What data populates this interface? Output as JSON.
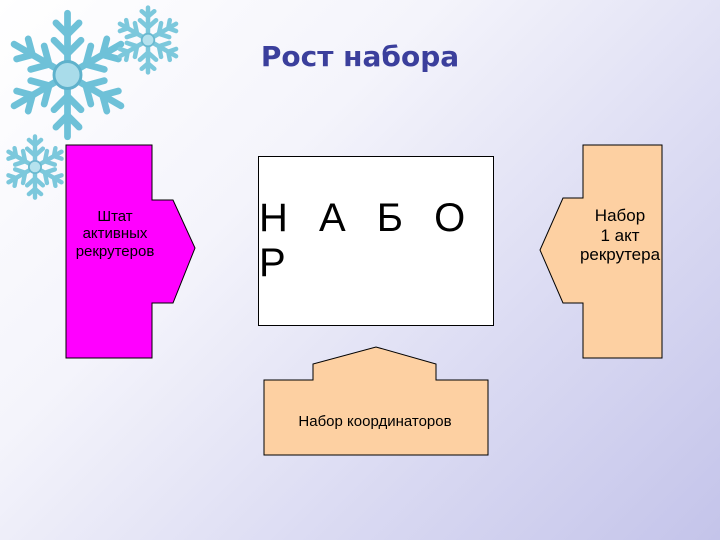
{
  "title": "Рост набора",
  "center": {
    "text": "Н А Б О Р"
  },
  "left_arrow": {
    "lines": [
      "Штат",
      "активных",
      "рекрутеров"
    ],
    "fill": "#ff00ff"
  },
  "right_arrow": {
    "lines": [
      "Набор",
      "1 акт",
      "рекрутера"
    ],
    "fill": "#fdd0a2"
  },
  "bottom_arrow": {
    "label": "Набор координаторов",
    "fill": "#fdd0a2"
  },
  "colors": {
    "title": "#3b3f9c",
    "snowflake": "#7cc8dc"
  },
  "decorations": [
    "snowflake-icon",
    "snowflake-icon",
    "snowflake-icon"
  ]
}
